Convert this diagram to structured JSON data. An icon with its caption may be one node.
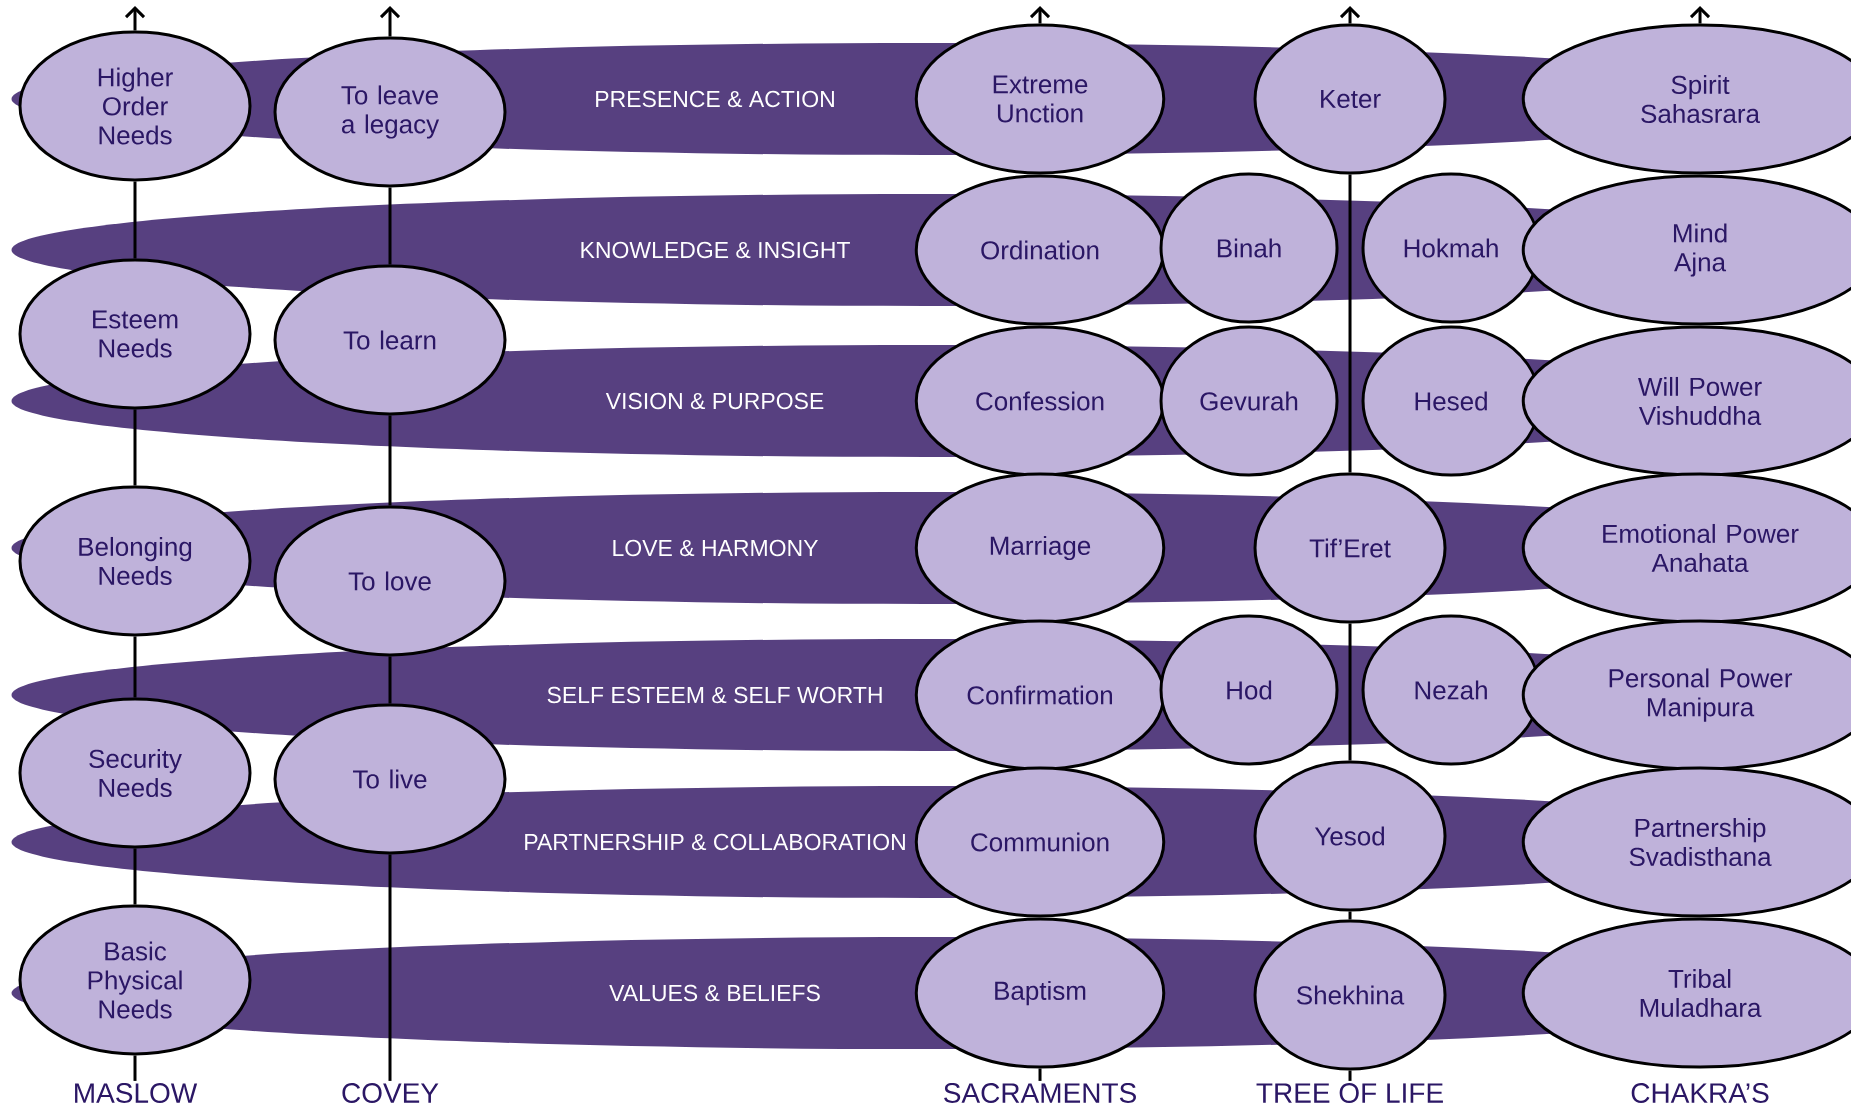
{
  "diagram": {
    "nodes": [
      {
        "text": [
          "PRESENCE & ACTION"
        ]
      },
      {
        "text": [
          "KNOWLEDGE & INSIGHT"
        ]
      },
      {
        "text": [
          "VISION & PURPOSE"
        ]
      },
      {
        "text": [
          "LOVE & HARMONY"
        ]
      },
      {
        "text": [
          "SELF ESTEEM & SELF WORTH"
        ]
      },
      {
        "text": [
          "PARTNERSHIP & COLLABORATION"
        ]
      },
      {
        "text": [
          "VALUES & BELIEFS"
        ]
      },
      {
        "text": [
          "Higher Order Needs"
        ]
      },
      {
        "text": [
          "Esteem Needs"
        ]
      },
      {
        "text": [
          "Belonging Needs"
        ]
      },
      {
        "text": [
          "Security Needs"
        ]
      },
      {
        "text": [
          "Basic Physical Needs"
        ]
      },
      {
        "text": [
          "To leave a legacy"
        ]
      },
      {
        "text": [
          "To learn"
        ]
      },
      {
        "text": [
          "To love"
        ]
      },
      {
        "text": [
          "To live"
        ]
      },
      {
        "text": [
          "Extreme Unction"
        ]
      },
      {
        "text": [
          "Ordination"
        ]
      },
      {
        "text": [
          "Confession"
        ]
      },
      {
        "text": [
          "Marriage"
        ]
      },
      {
        "text": [
          "Confirmation"
        ]
      },
      {
        "text": [
          "Communion"
        ]
      },
      {
        "text": [
          "Baptism"
        ]
      },
      {
        "text": [
          "Keter"
        ]
      },
      {
        "text": [
          "Binah"
        ]
      },
      {
        "text": [
          "Hokmah"
        ]
      },
      {
        "text": [
          "Gevurah"
        ]
      },
      {
        "text": [
          "Hesed"
        ]
      },
      {
        "text": [
          "Tif’Eret"
        ]
      },
      {
        "text": [
          "Hod"
        ]
      },
      {
        "text": [
          "Nezah"
        ]
      },
      {
        "text": [
          "Yesod"
        ]
      },
      {
        "text": [
          "Shekhina"
        ]
      },
      {
        "text": [
          "Spirit",
          "Sahasrara"
        ]
      },
      {
        "text": [
          "Mind",
          "Ajna"
        ]
      },
      {
        "text": [
          "Will Power",
          "Vishuddha"
        ]
      },
      {
        "text": [
          "Emotional Power",
          "Anahata"
        ]
      },
      {
        "text": [
          "Personal Power",
          "Manipura"
        ]
      },
      {
        "text": [
          "Partnership",
          "Svadisthana"
        ]
      },
      {
        "text": [
          "Tribal",
          "Muladhara"
        ]
      },
      {
        "text": [
          "MASLOW"
        ]
      },
      {
        "text": [
          "COVEY"
        ]
      },
      {
        "text": [
          "SACRAMENTS"
        ]
      },
      {
        "text": [
          "TREE OF LIFE"
        ]
      },
      {
        "text": [
          "CHAKRA’S"
        ]
      }
    ],
    "edges": [
      {
        "from": 7,
        "to": null,
        "arrow": "to"
      },
      {
        "from": 7,
        "to": 8,
        "arrow": "none"
      },
      {
        "from": 8,
        "to": 9,
        "arrow": "none"
      },
      {
        "from": 9,
        "to": 10,
        "arrow": "none"
      },
      {
        "from": 10,
        "to": 11,
        "arrow": "none"
      },
      {
        "from": 11,
        "to": 40,
        "arrow": "none"
      },
      {
        "from": 12,
        "to": null,
        "arrow": "to"
      },
      {
        "from": 12,
        "to": 13,
        "arrow": "none"
      },
      {
        "from": 13,
        "to": 14,
        "arrow": "none"
      },
      {
        "from": 14,
        "to": 15,
        "arrow": "none"
      },
      {
        "from": 15,
        "to": 41,
        "arrow": "none"
      },
      {
        "from": 16,
        "to": null,
        "arrow": "to"
      },
      {
        "from": 22,
        "to": 42,
        "arrow": "none"
      },
      {
        "from": 23,
        "to": null,
        "arrow": "to"
      },
      {
        "from": 23,
        "to": 28,
        "arrow": "none"
      },
      {
        "from": 28,
        "to": 31,
        "arrow": "none"
      },
      {
        "from": 31,
        "to": 32,
        "arrow": "none"
      },
      {
        "from": 32,
        "to": 43,
        "arrow": "none"
      },
      {
        "from": 33,
        "to": null,
        "arrow": "to"
      }
    ]
  }
}
